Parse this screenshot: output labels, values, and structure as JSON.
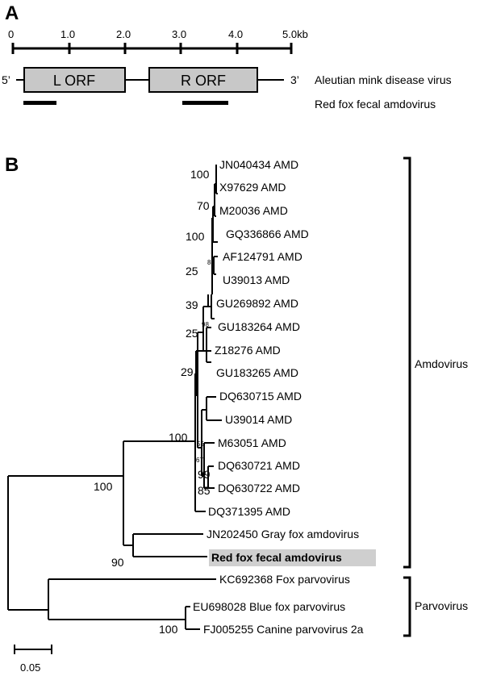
{
  "panel_a": {
    "label": "A",
    "scale_ticks": [
      "0",
      "1.0",
      "2.0",
      "3.0",
      "4.0",
      "5.0kb"
    ],
    "five_prime": "5’",
    "three_prime": "3’",
    "orf_left": "L ORF",
    "orf_right": "R ORF",
    "genome_label": "Aleutian mink disease virus",
    "fragment_label": "Red fox fecal amdovirus"
  },
  "panel_b": {
    "label": "B",
    "leaves": [
      "JN040434 AMD",
      "X97629 AMD",
      "M20036 AMD",
      "GQ336866 AMD",
      "AF124791 AMD",
      "U39013 AMD",
      "GU269892 AMD",
      "GU183264 AMD",
      "Z18276 AMD",
      "GU183265 AMD",
      "DQ630715 AMD",
      "U39014 AMD",
      "M63051 AMD",
      "DQ630721 AMD",
      "DQ630722 AMD",
      "DQ371395 AMD",
      "JN202450 Gray fox amdovirus",
      "Red fox fecal amdovirus",
      "KC692368 Fox parvovirus",
      "EU698028 Blue fox parvovirus",
      "FJ005255 Canine parvovirus 2a"
    ],
    "bootstraps": {
      "b100_top": "100",
      "b70": "70",
      "b100_gq": "100",
      "b88": "88",
      "b25_a": "25",
      "b39": "39",
      "b98": "98",
      "b25_b": "25",
      "b29": "29",
      "b100_amd": "100",
      "b55": "55",
      "b67": "67",
      "b99": "99",
      "b85": "85",
      "b100_amdovirus": "100",
      "b90": "90",
      "b100_canine": "100"
    },
    "clade_amdovirus": "Amdovirus",
    "clade_parvovirus": "Parvovirus",
    "scale_bar_label": "0.05"
  }
}
